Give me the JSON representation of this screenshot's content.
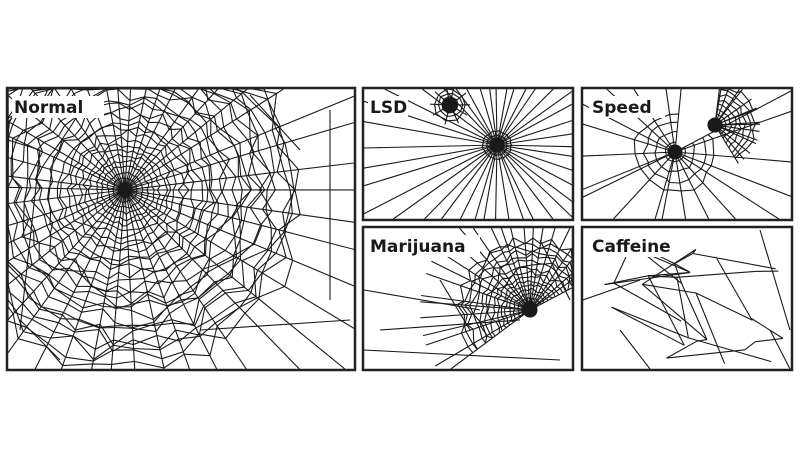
{
  "panels": [
    {
      "id": "normal",
      "label": "Normal"
    },
    {
      "id": "lsd",
      "label": "LSD"
    },
    {
      "id": "speed",
      "label": "Speed"
    },
    {
      "id": "marijuana",
      "label": "Marijuana"
    },
    {
      "id": "caffeine",
      "label": "Caffeine"
    }
  ],
  "colors": {
    "ink": "#1a1a1a",
    "background": "#ffffff"
  }
}
